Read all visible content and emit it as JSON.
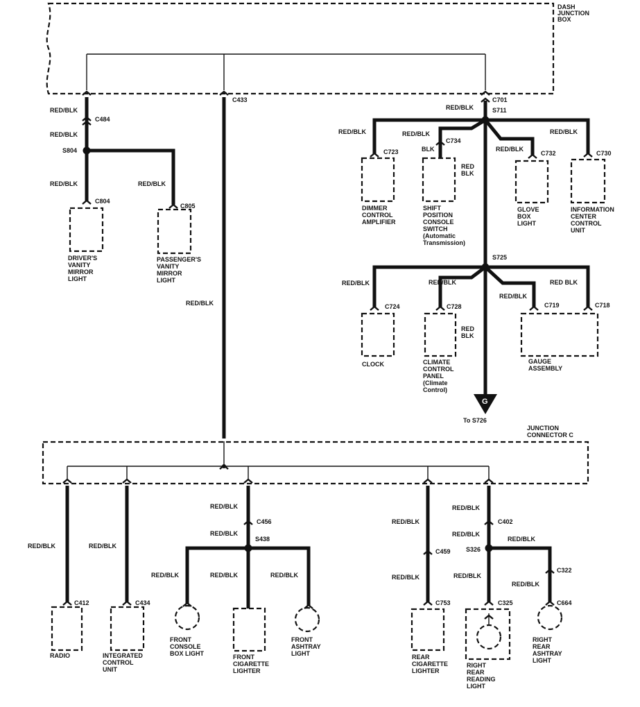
{
  "dash_junction_box": [
    "DASH",
    "JUNCTION",
    "BOX"
  ],
  "junction_connector_c": [
    "JUNCTION",
    "CONNECTOR C"
  ],
  "wires": {
    "red_blk": "RED/BLK",
    "red_blk_space": "RED BLK",
    "blk": "BLK",
    "red_blk_stacked": [
      "RED",
      "BLK"
    ]
  },
  "connectors": {
    "c433": "C433",
    "c484": "C484",
    "c804": "C804",
    "c805": "C805",
    "c701": "C701",
    "c723": "C723",
    "c734": "C734",
    "c732": "C732",
    "c730": "C730",
    "c724": "C724",
    "c728": "C728",
    "c719": "C719",
    "c718": "C718",
    "c412": "C412",
    "c434": "C434",
    "c456": "C456",
    "c459": "C459",
    "c753": "C753",
    "c402": "C402",
    "c325": "C325",
    "c322": "C322",
    "c664": "C664"
  },
  "splices": {
    "s804": "S804",
    "s711": "S711",
    "s725": "S725",
    "s438": "S438",
    "s326": "S326"
  },
  "ground": {
    "symbol": "G",
    "destination": "To S726"
  },
  "components": {
    "drivers_vanity": [
      "DRIVER'S",
      "VANITY",
      "MIRROR",
      "LIGHT"
    ],
    "passengers_vanity": [
      "PASSENGER'S",
      "VANITY",
      "MIRROR",
      "LIGHT"
    ],
    "dimmer": [
      "DIMMER",
      "CONTROL",
      "AMPLIFIER"
    ],
    "shift_position": [
      "SHIFT",
      "POSITION",
      "CONSOLE",
      "SWITCH",
      "(Automatic",
      "Transmission)"
    ],
    "glove_box": [
      "GLOVE",
      "BOX",
      "LIGHT"
    ],
    "information_center": [
      "INFORMATION",
      "CENTER",
      "CONTROL",
      "UNIT"
    ],
    "clock": [
      "CLOCK"
    ],
    "climate_control": [
      "CLIMATE",
      "CONTROL",
      "PANEL",
      "(Climate",
      "Control)"
    ],
    "gauge_assembly": [
      "GAUGE",
      "ASSEMBLY"
    ],
    "radio": [
      "RADIO"
    ],
    "integrated_control": [
      "INTEGRATED",
      "CONTROL",
      "UNIT"
    ],
    "front_console_box": [
      "FRONT",
      "CONSOLE",
      "BOX LIGHT"
    ],
    "front_cigarette": [
      "FRONT",
      "CIGARETTE",
      "LIGHTER"
    ],
    "front_ashtray": [
      "FRONT",
      "ASHTRAY",
      "LIGHT"
    ],
    "rear_cigarette": [
      "REAR",
      "CIGARETTE",
      "LIGHTER"
    ],
    "right_rear_reading": [
      "RIGHT",
      "REAR",
      "READING",
      "LIGHT"
    ],
    "right_rear_ashtray": [
      "RIGHT",
      "REAR",
      "ASHTRAY",
      "LIGHT"
    ]
  }
}
